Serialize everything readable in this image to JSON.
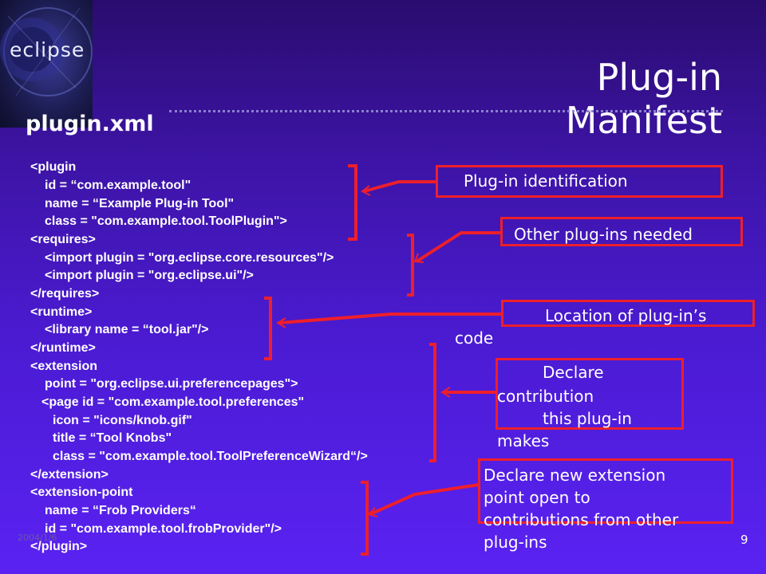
{
  "logo": {
    "text": "eclipse"
  },
  "title": "Plug-in Manifest",
  "subtitle": "plugin.xml",
  "code_lines": [
    "<plugin",
    "id = “com.example.tool\"",
    "name = “Example Plug-in Tool\"",
    "class = \"com.example.tool.ToolPlugin\">",
    "<requires>",
    "<import plugin = \"org.eclipse.core.resources\"/>",
    "<import plugin = \"org.eclipse.ui\"/>",
    "</requires>",
    "<runtime>",
    "<library name = “tool.jar\"/>",
    "</runtime>",
    "<extension",
    "point = \"org.eclipse.ui.preferencepages\">",
    "<page id = \"com.example.tool.preferences\"",
    "icon = \"icons/knob.gif\"",
    "title = “Tool Knobs\"",
    "class = \"com.example.tool.ToolPreferenceWizard“/>",
    "</extension>",
    "<extension-point",
    "name = “Frob Providers“",
    "id = \"com.example.tool.frobProvider\"/>",
    "</plugin>"
  ],
  "callouts": {
    "plugin_identification": "Plug-in identification",
    "other_plugins": "Other plug-ins needed",
    "location": "Location of plug-in’s",
    "location_cont": "code",
    "declare_contribution_1": "Declare",
    "declare_contribution_2": "contribution",
    "declare_contribution_3": "this plug-in",
    "declare_contribution_4": "makes",
    "declare_extension_1": "Declare new extension",
    "declare_extension_2": "point open to",
    "declare_extension_3": "contributions from other",
    "declare_extension_4": "plug-ins"
  },
  "footer": {
    "date": "2004/1/6",
    "page_number": "9"
  },
  "colors": {
    "accent": "#ee1f2b",
    "background_top": "#2a0c6e",
    "background_bottom": "#5a22f2"
  }
}
